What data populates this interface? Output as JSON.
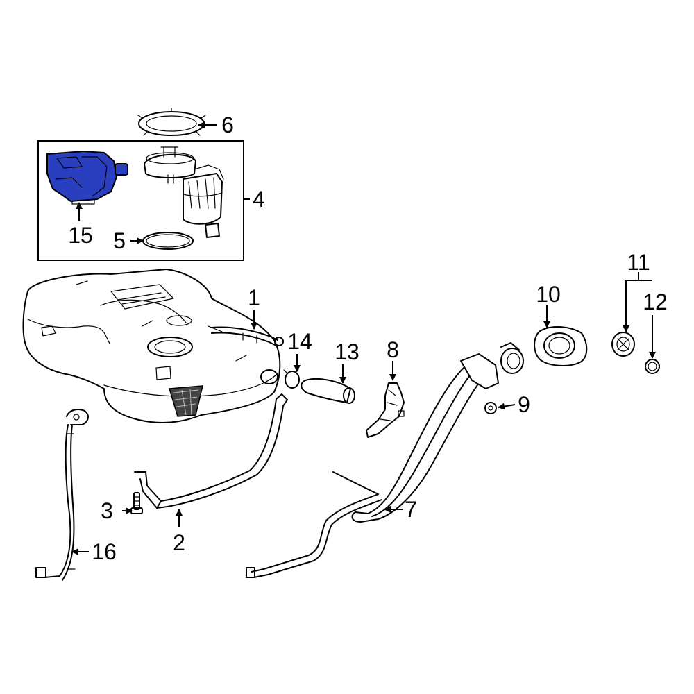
{
  "diagram": {
    "highlight_color": "#2a3fbf",
    "callouts": {
      "c1": "1",
      "c2": "2",
      "c3": "3",
      "c4": "4",
      "c5": "5",
      "c6": "6",
      "c7": "7",
      "c8": "8",
      "c9": "9",
      "c10": "10",
      "c11": "11",
      "c12": "12",
      "c13": "13",
      "c14": "14",
      "c15": "15",
      "c16": "16"
    }
  }
}
